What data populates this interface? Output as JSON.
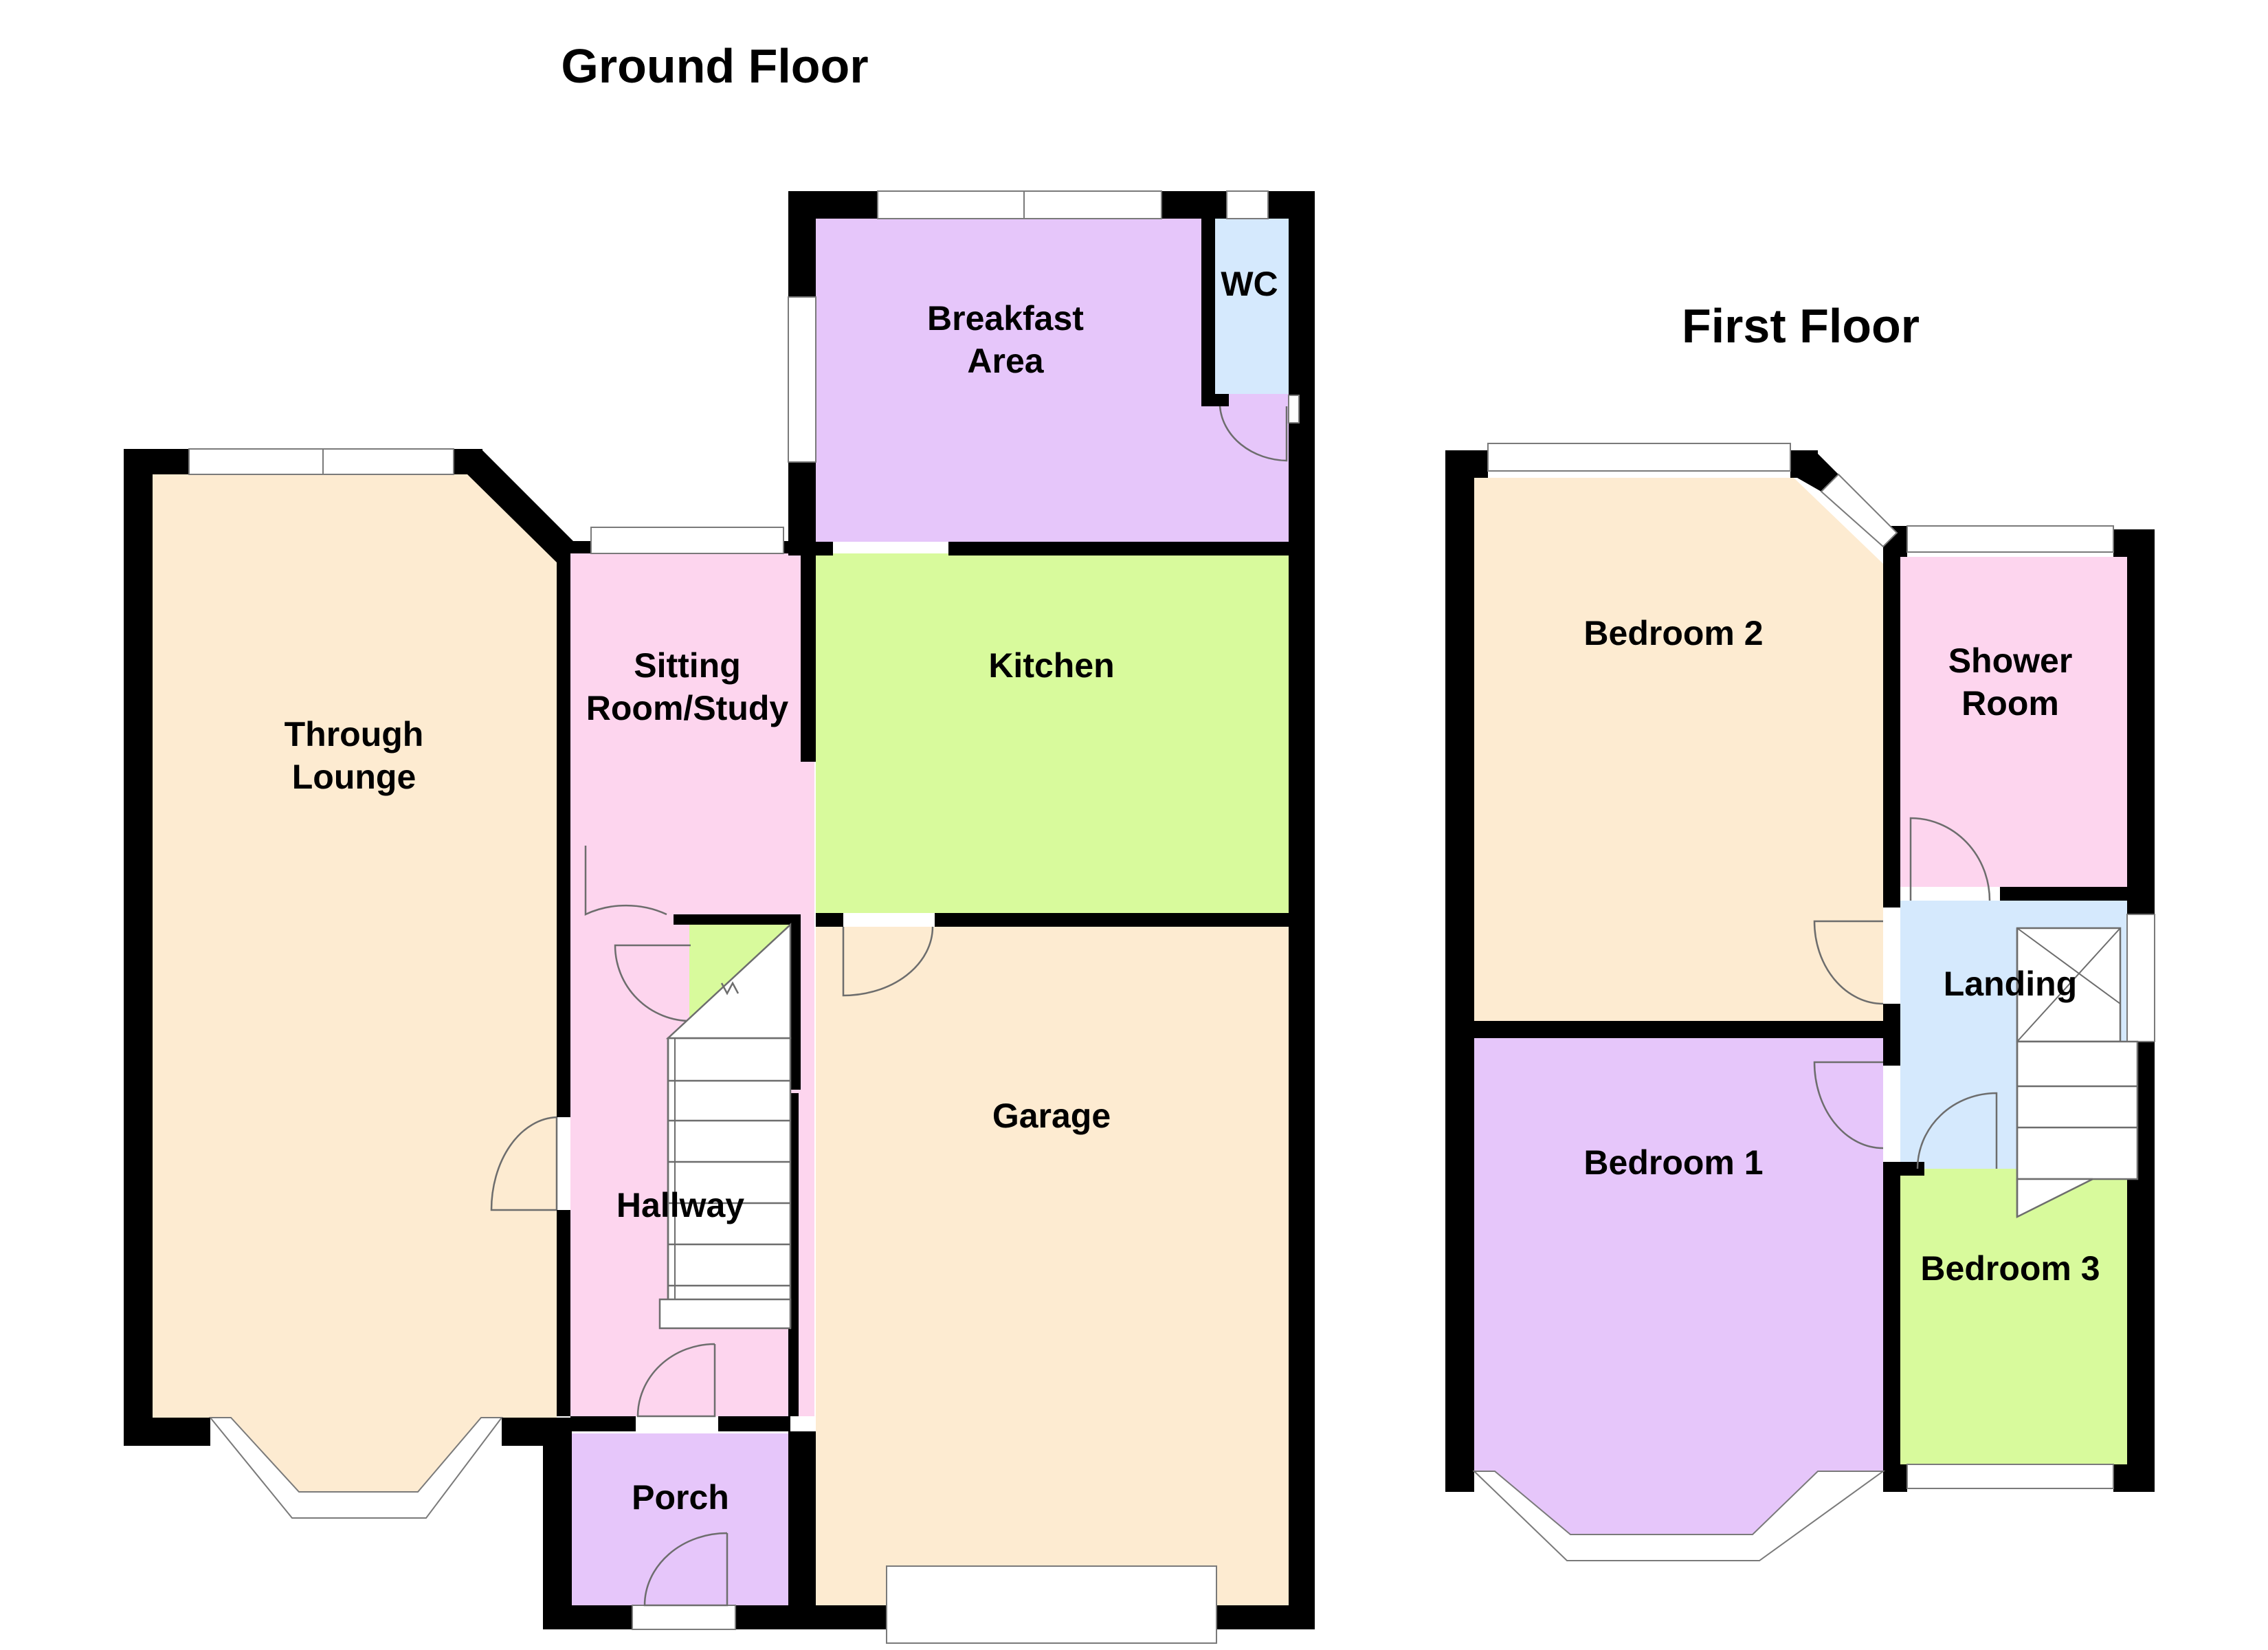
{
  "floors": {
    "ground": {
      "title": "Ground Floor",
      "rooms": {
        "through_lounge": "Through\nLounge",
        "sitting_room": "Sitting\nRoom/Study",
        "hallway": "Hallway",
        "porch": "Porch",
        "kitchen": "Kitchen",
        "garage": "Garage",
        "breakfast_area": "Breakfast\nArea",
        "wc": "WC"
      }
    },
    "first": {
      "title": "First Floor",
      "rooms": {
        "bedroom_2": "Bedroom 2",
        "shower_room": "Shower\nRoom",
        "landing": "Landing",
        "bedroom_1": "Bedroom 1",
        "bedroom_3": "Bedroom 3"
      }
    }
  },
  "colors": {
    "lounge": "#fdebd1",
    "sitting": "#fdd5ee",
    "porch": "#e6c6fa",
    "kitchen": "#d8fa9c",
    "garage": "#fdebd1",
    "breakfast": "#e6c6fa",
    "wc": "#d5e9fd",
    "bedroom2": "#fdebd1",
    "shower": "#fdd5ee",
    "landing": "#d5e9fd",
    "bedroom1": "#e6c6fa",
    "bedroom3": "#d8fa9c",
    "wall": "#000000"
  }
}
